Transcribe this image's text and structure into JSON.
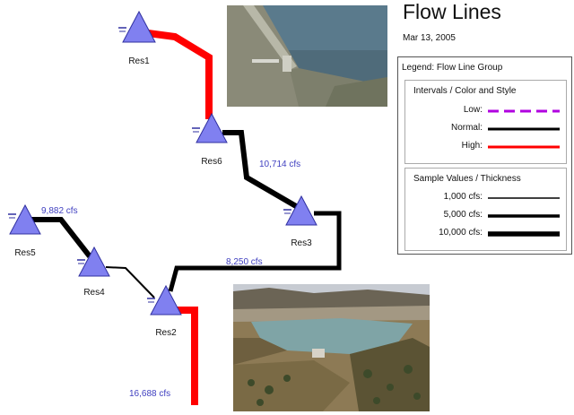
{
  "title": "Flow Lines",
  "date": "Mar 13, 2005",
  "legend": {
    "title": "Legend: Flow Line Group",
    "intervals": {
      "title": "Intervals / Color and Style",
      "items": [
        {
          "label": "Low:",
          "color": "#b000e0",
          "style": "dashed"
        },
        {
          "label": "Normal:",
          "color": "#000000",
          "style": "solid"
        },
        {
          "label": "High:",
          "color": "#ff0000",
          "style": "solid"
        }
      ]
    },
    "samples": {
      "title": "Sample Values / Thickness",
      "items": [
        {
          "label": "1,000 cfs:",
          "thickness_level": "thin"
        },
        {
          "label": "5,000 cfs:",
          "thickness_level": "medium"
        },
        {
          "label": "10,000 cfs:",
          "thickness_level": "thick"
        }
      ]
    }
  },
  "nodes": [
    {
      "id": "res1",
      "label": "Res1"
    },
    {
      "id": "res6",
      "label": "Res6"
    },
    {
      "id": "res3",
      "label": "Res3"
    },
    {
      "id": "res5",
      "label": "Res5"
    },
    {
      "id": "res4",
      "label": "Res4"
    },
    {
      "id": "res2",
      "label": "Res2"
    }
  ],
  "flow_labels": [
    {
      "id": "flow-res6-res3",
      "text": "10,714 cfs"
    },
    {
      "id": "flow-res5-res4",
      "text": "9,882 cfs"
    },
    {
      "id": "flow-res3-res2",
      "text": "8,250 cfs"
    },
    {
      "id": "flow-res2-out",
      "text": "16,688 cfs"
    }
  ],
  "colors": {
    "node_fill": "#8080f0",
    "node_stroke": "#3030a0",
    "flow_label": "#4040c0",
    "high": "#ff0000",
    "normal": "#000000"
  }
}
